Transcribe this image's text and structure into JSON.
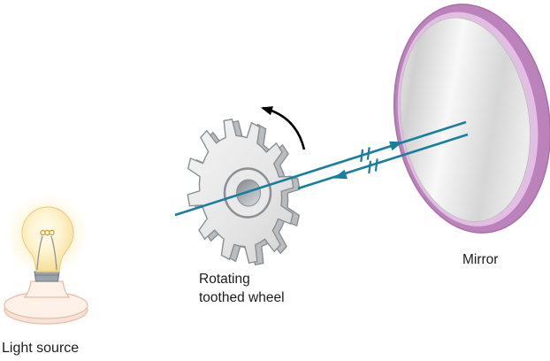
{
  "labels": {
    "light_source": "Light source",
    "wheel": [
      "Rotating",
      "toothed wheel"
    ],
    "mirror": "Mirror"
  },
  "graphics": {
    "light_bulb_icon": "glowing incandescent bulb on round stand",
    "toothed_wheel_icon": "12-tooth gray gear in perspective with hub",
    "rotation_arrow_icon": "black curved arrow, counterclockwise",
    "mirror_icon": "tilted oval mirror with purple rim",
    "outgoing_ray_icon": "teal line with right arrowhead and double-slash break",
    "returning_ray_icon": "teal line with left arrowhead and double-slash break"
  },
  "colors": {
    "ray": "#177f9d",
    "arrow": "#000000",
    "text": "#1c1c1c",
    "mirror_rim": "#bc82bc",
    "mirror_rim_inner": "#e2bfe2",
    "mirror_edge": "#a671a6",
    "gear_side": "#b9bdc0",
    "gear_outline": "#8a8f93",
    "hub_fill": "#e9e9e9",
    "hole_dark": "#80868c",
    "hole_light": "#d2d7db",
    "glow": "#fce9a8",
    "glass_edge": "#f3d486",
    "glass_outline": "#eccf8e",
    "filament": "#8f9399",
    "coil": "#c89a3f",
    "socket": "#9aa3ab",
    "socket_dark": "#6f7880",
    "stand_fill": "#fdf1e8",
    "stand_shade": "#f7e3d6",
    "stand_outline": "#e9b9a8"
  }
}
